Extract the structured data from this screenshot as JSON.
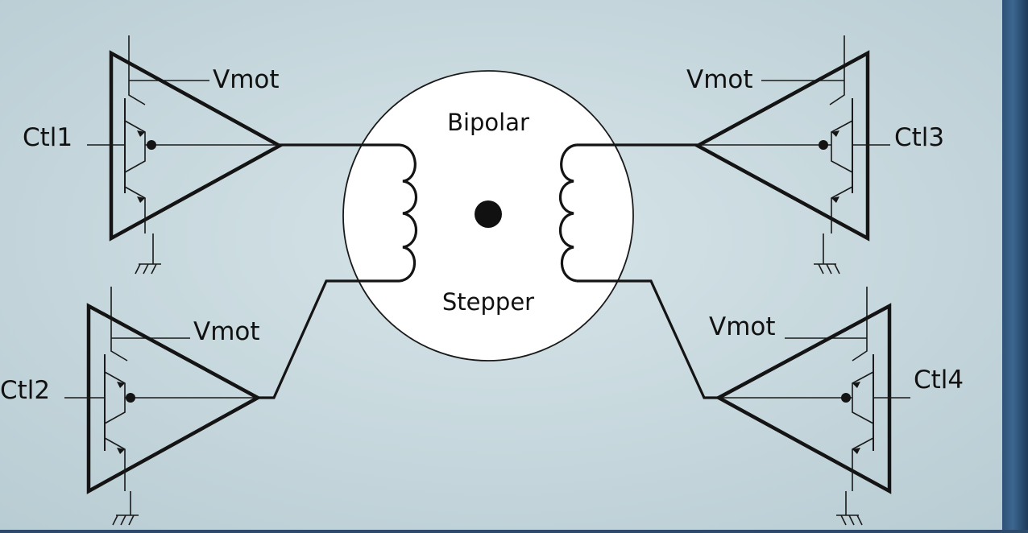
{
  "diagram": {
    "motor": {
      "label_top": "Bipolar",
      "label_bottom": "Stepper"
    },
    "drivers": [
      {
        "id": "d1",
        "control_label": "Ctl1",
        "supply_label": "Vmot"
      },
      {
        "id": "d2",
        "control_label": "Ctl2",
        "supply_label": "Vmot"
      },
      {
        "id": "d3",
        "control_label": "Ctl3",
        "supply_label": "Vmot"
      },
      {
        "id": "d4",
        "control_label": "Ctl4",
        "supply_label": "Vmot"
      }
    ],
    "colors": {
      "background": "#c7d8dd",
      "motor_fill": "#ffffff",
      "ink": "#141414"
    }
  }
}
